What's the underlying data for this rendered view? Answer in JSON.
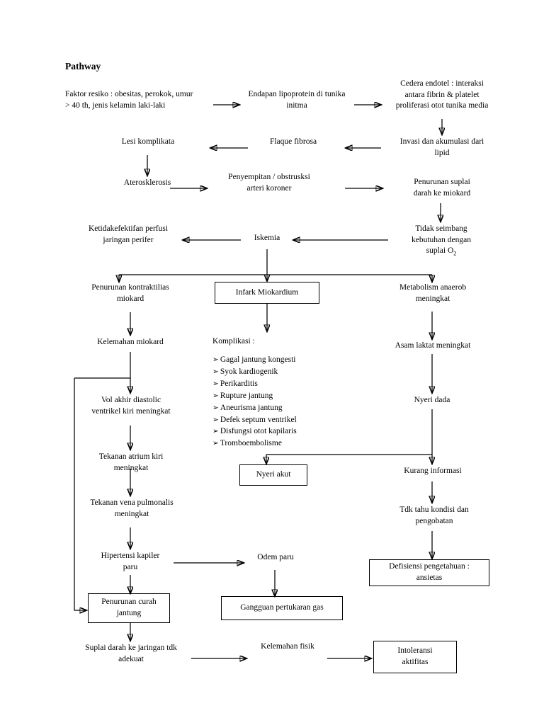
{
  "document": {
    "title": "Pathway",
    "type": "clinical-pathway-flowchart",
    "topic": "Infark Miokardium (Myocardial Infarction) pathway"
  },
  "nodes": {
    "faktor_resiko": "Faktor resiko : obesitas, perokok, umur\n> 40 th, jenis kelamin laki-laki",
    "endapan_lipoprotein": "Endapan lipoprotein di tunika\ninitma",
    "cedera_endotel": "Cedera endotel : interaksi\nantara fibrin & platelet\nproliferasi otot tunika media",
    "lesi_komplikata": "Lesi komplikata",
    "flaque_fibrosa": "Flaque fibrosa",
    "invasi_akumulasi": "Invasi dan akumulasi dari\nlipid",
    "aterosklerosis": "Aterosklerosis",
    "penyempitan": "Penyempitan / obstrusksi\narteri koroner",
    "penurunan_suplai": "Penurunan suplai\ndarah ke miokard",
    "ketidakefektifan_perfusi": "Ketidakefektifan perfusi\njaringan perifer",
    "iskemia": "Iskemia",
    "tidak_seimbang": "Tidak seimbang\nkebutuhan dengan\nsuplai O",
    "tidak_seimbang_sub": "2",
    "penurunan_kontraktilias": "Penurunan kontraktilias\nmiokard",
    "infark_miokardium": "Infark Miokardium",
    "metabolism_anaerob": "Metabolism anaerob\nmeningkat",
    "kelemahan_miokard": "Kelemahan miokard",
    "komplikasi_header": "Komplikasi :",
    "asam_laktat": "Asam laktat meningkat",
    "vol_akhir_diastolic": "Vol akhir diastolic\nventrikel kiri meningkat",
    "nyeri_dada": "Nyeri dada",
    "tekanan_atrium": "Tekanan atrium kiri\nmeningkat",
    "nyeri_akut": "Nyeri akut",
    "kurang_informasi": "Kurang informasi",
    "tekanan_vena": "Tekanan vena pulmonalis\nmeningkat",
    "tdk_tahu_kondisi": "Tdk tahu kondisi dan\npengobatan",
    "hipertensi_kapiler": "Hipertensi kapiler\nparu",
    "odem_paru": "Odem paru",
    "defisiensi_pengetahuan": "Defisiensi pengetahuan :\nansietas",
    "penurunan_curah": "Penurunan curah\njantung",
    "gangguan_pertukaran": "Gangguan pertukaran gas",
    "suplai_darah_tdk_adekuat": "Suplai darah ke jaringan tdk\nadekuat",
    "kelemahan_fisik": "Kelemahan fisik",
    "intoleransi_aktifitas": "Intoleransi\naktifitas"
  },
  "komplikasi_items": [
    "Gagal jantung kongesti",
    "Syok kardiogenik",
    "Perikarditis",
    "Rupture jantung",
    "Aneurisma jantung",
    "Defek septum ventrikel",
    "Disfungsi otot kapilaris",
    "Tromboembolisme"
  ],
  "bullet_glyph": "➢",
  "colors": {
    "background": "#ffffff",
    "text": "#000000",
    "stroke": "#000000"
  }
}
